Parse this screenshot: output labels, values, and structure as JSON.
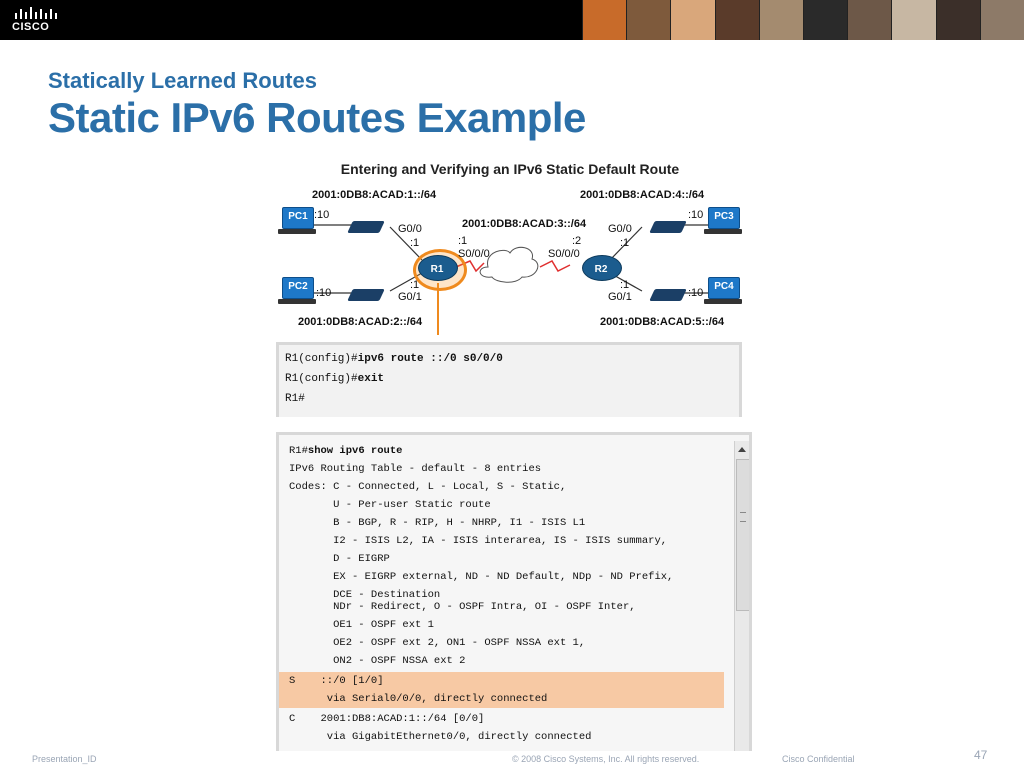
{
  "header": {
    "logo_text": "CISCO",
    "photo_colors": [
      "#c86b2a",
      "#7e5a3c",
      "#d9a77b",
      "#5a3b2a",
      "#a48b6f",
      "#2a2a2a",
      "#6d5848",
      "#c7b7a3",
      "#3b2f29",
      "#8d7a68"
    ]
  },
  "slide": {
    "subtitle": "Statically Learned Routes",
    "title": "Static IPv6 Routes Example"
  },
  "diagram": {
    "title": "Entering and Verifying an IPv6 Static Default Route",
    "net1": "2001:0DB8:ACAD:1::/64",
    "net2": "2001:0DB8:ACAD:2::/64",
    "net3": "2001:0DB8:ACAD:3::/64",
    "net4": "2001:0DB8:ACAD:4::/64",
    "net5": "2001:0DB8:ACAD:5::/64",
    "pc1": "PC1",
    "pc2": "PC2",
    "pc3": "PC3",
    "pc4": "PC4",
    "r1": "R1",
    "r2": "R2",
    "host10": ":10",
    "if_g00": "G0/0",
    "if_g01": "G0/1",
    "if_s000": "S0/0/0",
    "addr1": ":1",
    "addr2": ":2"
  },
  "console1": {
    "line1_prompt": "R1(config)#",
    "line1_cmd": "ipv6 route ::/0 s0/0/0",
    "line2_prompt": "R1(config)#",
    "line2_cmd": "exit",
    "line3": "R1#"
  },
  "console2": {
    "prompt": "R1#",
    "cmd": "show ipv6 route",
    "lines": [
      "IPv6 Routing Table - default - 8 entries",
      "Codes: C - Connected, L - Local, S - Static,",
      "       U - Per-user Static route",
      "       B - BGP, R - RIP, H - NHRP, I1 - ISIS L1",
      "       I2 - ISIS L2, IA - ISIS interarea, IS - ISIS summary,",
      "       D - EIGRP",
      "       EX - EIGRP external, ND - ND Default, NDp - ND Prefix,",
      "       DCE - Destination",
      "       NDr - Redirect, O - OSPF Intra, OI - OSPF Inter,",
      "       OE1 - OSPF ext 1",
      "       OE2 - OSPF ext 2, ON1 - OSPF NSSA ext 1,",
      "       ON2 - OSPF NSSA ext 2",
      "S    ::/0 [1/0]",
      "      via Serial0/0/0, directly connected",
      "C    2001:DB8:ACAD:1::/64 [0/0]",
      "      via GigabitEthernet0/0, directly connected"
    ]
  },
  "footer": {
    "presentation_id": "Presentation_ID",
    "copyright": "© 2008 Cisco Systems, Inc. All rights reserved.",
    "confidential": "Cisco Confidential",
    "page": "47"
  }
}
